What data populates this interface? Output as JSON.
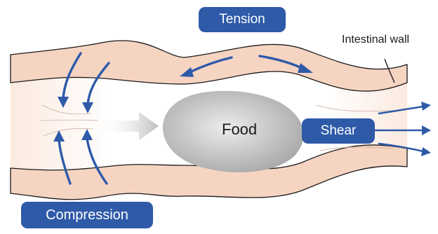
{
  "labels": {
    "tension": "Tension",
    "compression": "Compression",
    "shear": "Shear",
    "food": "Food",
    "intestinal_wall": "Intestinal wall"
  },
  "colors": {
    "wall_fill": "#f6d4c2",
    "wall_outline": "#1a1a1a",
    "arrow_blue": "#2e5aa8",
    "food_gray": "#b9b9b9",
    "movement_arrow_gray": "#c8c8c8"
  }
}
